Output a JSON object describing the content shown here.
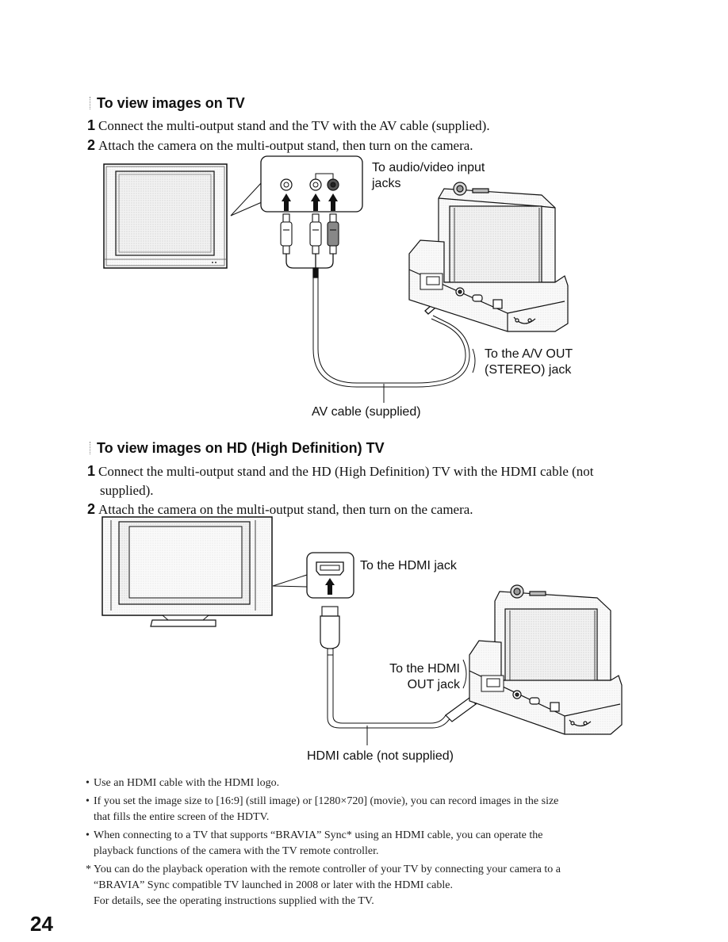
{
  "section1": {
    "title": "To view images on TV",
    "steps": [
      {
        "num": "1",
        "text": "Connect the multi-output stand and the TV with the AV cable (supplied)."
      },
      {
        "num": "2",
        "text": "Attach the camera on the multi-output stand, then turn on the camera."
      }
    ],
    "labels": {
      "input_jacks_line1": "To audio/video input",
      "input_jacks_line2": "jacks",
      "av_out_line1": "To the A/V OUT",
      "av_out_line2": "(STEREO) jack",
      "cable": "AV cable (supplied)"
    }
  },
  "section2": {
    "title": "To view images on HD (High Definition) TV",
    "steps": [
      {
        "num": "1",
        "text_line1": "Connect the multi-output stand and the HD (High Definition) TV with the HDMI cable (not",
        "text_line2": "supplied)."
      },
      {
        "num": "2",
        "text": "Attach the camera on the multi-output stand, then turn on the camera."
      }
    ],
    "labels": {
      "hdmi_jack": "To the HDMI jack",
      "hdmi_out_line1": "To the HDMI",
      "hdmi_out_line2": "OUT jack",
      "cable": "HDMI cable (not supplied)"
    }
  },
  "notes": [
    {
      "bullet": "•",
      "line1": "Use an HDMI cable with the HDMI logo."
    },
    {
      "bullet": "•",
      "line1": "If you set the image size to [16:9] (still image) or [1280×720] (movie), you can record images in the size",
      "line2": "that fills the entire screen of the HDTV."
    },
    {
      "bullet": "•",
      "line1": "When connecting to a TV that supports “BRAVIA” Sync* using an HDMI cable, you can operate the",
      "line2": "playback functions of the camera with the TV remote controller."
    },
    {
      "bullet": "*",
      "line1": "You can do the playback operation with the remote controller of your TV by connecting your camera to a",
      "line2": "“BRAVIA” Sync compatible TV launched in 2008 or later with the HDMI cable.",
      "line3": "For details, see the operating instructions supplied with the TV."
    }
  ],
  "page_number": "24"
}
